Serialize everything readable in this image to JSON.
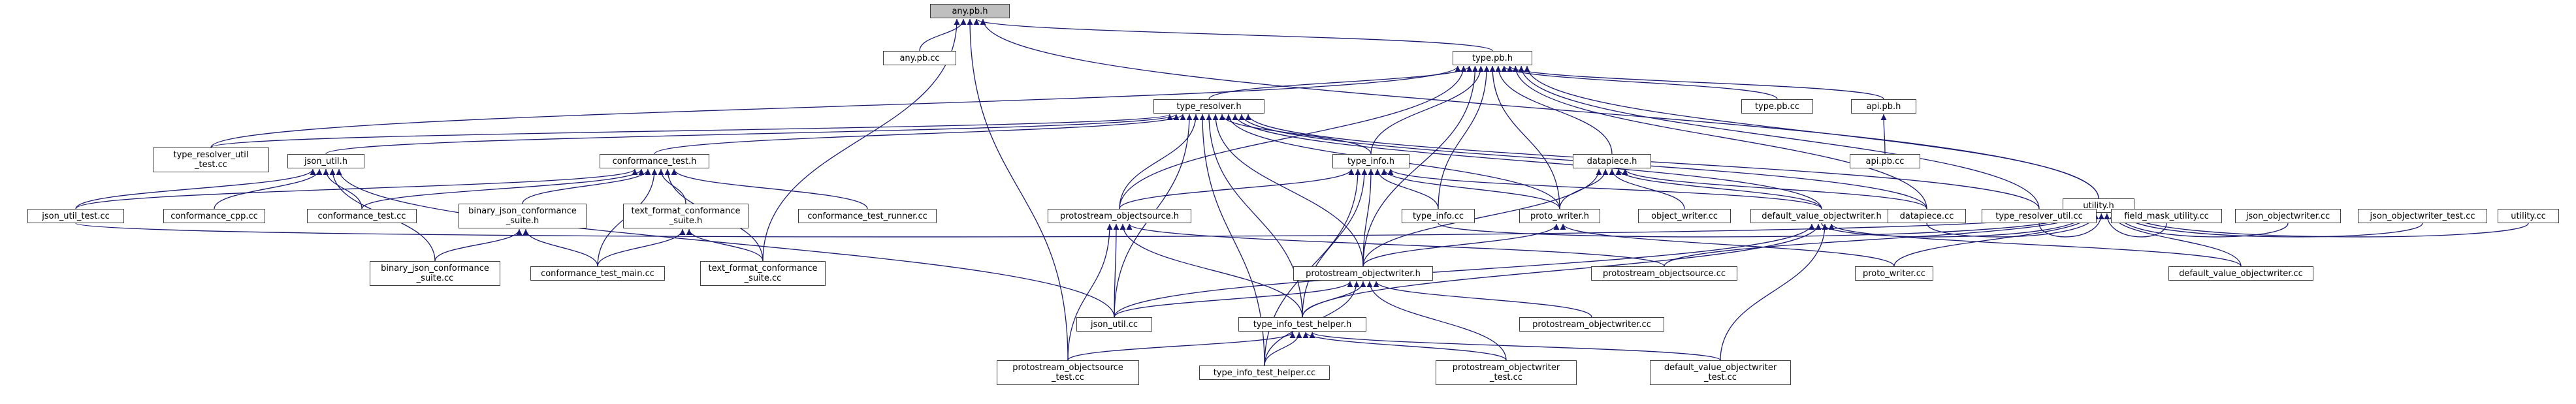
{
  "nodes": [
    {
      "id": "any_pb_h",
      "lines": [
        "any.pb.h"
      ],
      "root": true
    },
    {
      "id": "any_pb_cc",
      "lines": [
        "any.pb.cc"
      ]
    },
    {
      "id": "type_pb_h",
      "lines": [
        "type.pb.h"
      ]
    },
    {
      "id": "type_resolver_util_test",
      "lines": [
        "type_resolver_util",
        "_test.cc"
      ]
    },
    {
      "id": "type_resolver_h",
      "lines": [
        "type_resolver.h"
      ]
    },
    {
      "id": "type_pb_cc",
      "lines": [
        "type.pb.cc"
      ]
    },
    {
      "id": "api_pb_h",
      "lines": [
        "api.pb.h"
      ]
    },
    {
      "id": "api_pb_cc",
      "lines": [
        "api.pb.cc"
      ]
    },
    {
      "id": "utility_h",
      "lines": [
        "utility.h"
      ]
    },
    {
      "id": "json_util_h",
      "lines": [
        "json_util.h"
      ]
    },
    {
      "id": "conformance_test_h",
      "lines": [
        "conformance_test.h"
      ]
    },
    {
      "id": "type_info_h",
      "lines": [
        "type_info.h"
      ]
    },
    {
      "id": "datapiece_h",
      "lines": [
        "datapiece.h"
      ]
    },
    {
      "id": "json_util_test",
      "lines": [
        "json_util_test.cc"
      ]
    },
    {
      "id": "conformance_cpp",
      "lines": [
        "conformance_cpp.cc"
      ]
    },
    {
      "id": "conformance_test_cc",
      "lines": [
        "conformance_test.cc"
      ]
    },
    {
      "id": "binary_json_suite_h",
      "lines": [
        "binary_json_conformance",
        "_suite.h"
      ]
    },
    {
      "id": "text_format_suite_h",
      "lines": [
        "text_format_conformance",
        "_suite.h"
      ]
    },
    {
      "id": "conformance_test_runner",
      "lines": [
        "conformance_test_runner.cc"
      ]
    },
    {
      "id": "protostream_objectsource_h",
      "lines": [
        "protostream_objectsource.h"
      ]
    },
    {
      "id": "type_info_cc",
      "lines": [
        "type_info.cc"
      ]
    },
    {
      "id": "proto_writer_h",
      "lines": [
        "proto_writer.h"
      ]
    },
    {
      "id": "object_writer_cc",
      "lines": [
        "object_writer.cc"
      ]
    },
    {
      "id": "default_value_objectwriter_h",
      "lines": [
        "default_value_objectwriter.h"
      ]
    },
    {
      "id": "datapiece_cc",
      "lines": [
        "datapiece.cc"
      ]
    },
    {
      "id": "type_resolver_util_cc",
      "lines": [
        "type_resolver_util.cc"
      ]
    },
    {
      "id": "field_mask_utility",
      "lines": [
        "field_mask_utility.cc"
      ]
    },
    {
      "id": "json_objectwriter_cc",
      "lines": [
        "json_objectwriter.cc"
      ]
    },
    {
      "id": "json_objectwriter_test",
      "lines": [
        "json_objectwriter_test.cc"
      ]
    },
    {
      "id": "utility_cc",
      "lines": [
        "utility.cc"
      ]
    },
    {
      "id": "binary_json_suite_cc",
      "lines": [
        "binary_json_conformance",
        "_suite.cc"
      ]
    },
    {
      "id": "conformance_test_main",
      "lines": [
        "conformance_test_main.cc"
      ]
    },
    {
      "id": "text_format_suite_cc",
      "lines": [
        "text_format_conformance",
        "_suite.cc"
      ]
    },
    {
      "id": "protostream_objectwriter_h",
      "lines": [
        "protostream_objectwriter.h"
      ]
    },
    {
      "id": "protostream_objectsource_cc",
      "lines": [
        "protostream_objectsource.cc"
      ]
    },
    {
      "id": "proto_writer_cc",
      "lines": [
        "proto_writer.cc"
      ]
    },
    {
      "id": "default_value_objectwriter_cc",
      "lines": [
        "default_value_objectwriter.cc"
      ]
    },
    {
      "id": "json_util_cc",
      "lines": [
        "json_util.cc"
      ]
    },
    {
      "id": "type_info_test_helper_h",
      "lines": [
        "type_info_test_helper.h"
      ]
    },
    {
      "id": "protostream_objectwriter_cc",
      "lines": [
        "protostream_objectwriter.cc"
      ]
    },
    {
      "id": "protostream_objectsource_test",
      "lines": [
        "protostream_objectsource",
        "_test.cc"
      ]
    },
    {
      "id": "type_info_test_helper_cc",
      "lines": [
        "type_info_test_helper.cc"
      ]
    },
    {
      "id": "protostream_objectwriter_test",
      "lines": [
        "protostream_objectwriter",
        "_test.cc"
      ]
    },
    {
      "id": "default_value_objectwriter_test",
      "lines": [
        "default_value_objectwriter",
        "_test.cc"
      ]
    }
  ],
  "edges": [
    [
      "any_pb_cc",
      "any_pb_h"
    ],
    [
      "type_pb_h",
      "any_pb_h"
    ],
    [
      "utility_h",
      "any_pb_h"
    ],
    [
      "text_format_suite_cc",
      "any_pb_h"
    ],
    [
      "protostream_objectsource_test",
      "any_pb_h"
    ],
    [
      "type_resolver_util_test",
      "type_pb_h"
    ],
    [
      "type_resolver_h",
      "type_pb_h"
    ],
    [
      "type_pb_cc",
      "type_pb_h"
    ],
    [
      "api_pb_h",
      "type_pb_h"
    ],
    [
      "utility_h",
      "type_pb_h"
    ],
    [
      "type_info_h",
      "type_pb_h"
    ],
    [
      "datapiece_h",
      "type_pb_h"
    ],
    [
      "protostream_objectsource_h",
      "type_pb_h"
    ],
    [
      "type_info_cc",
      "type_pb_h"
    ],
    [
      "proto_writer_h",
      "type_pb_h"
    ],
    [
      "datapiece_cc",
      "type_pb_h"
    ],
    [
      "type_resolver_util_cc",
      "type_pb_h"
    ],
    [
      "protostream_objectwriter_h",
      "type_pb_h"
    ],
    [
      "api_pb_cc",
      "api_pb_h"
    ],
    [
      "type_resolver_util_test",
      "type_resolver_h"
    ],
    [
      "json_util_h",
      "type_resolver_h"
    ],
    [
      "conformance_test_h",
      "type_resolver_h"
    ],
    [
      "type_info_h",
      "type_resolver_h"
    ],
    [
      "protostream_objectsource_h",
      "type_resolver_h"
    ],
    [
      "proto_writer_h",
      "type_resolver_h"
    ],
    [
      "default_value_objectwriter_h",
      "type_resolver_h"
    ],
    [
      "datapiece_cc",
      "type_resolver_h"
    ],
    [
      "type_resolver_util_cc",
      "type_resolver_h"
    ],
    [
      "protostream_objectwriter_h",
      "type_resolver_h"
    ],
    [
      "type_info_test_helper_h",
      "type_resolver_h"
    ],
    [
      "json_util_cc",
      "type_resolver_h"
    ],
    [
      "type_info_test_helper_cc",
      "type_resolver_h"
    ],
    [
      "json_util_test",
      "json_util_h"
    ],
    [
      "conformance_cpp",
      "json_util_h"
    ],
    [
      "conformance_test_cc",
      "json_util_h"
    ],
    [
      "binary_json_suite_cc",
      "json_util_h"
    ],
    [
      "json_util_cc",
      "json_util_h"
    ],
    [
      "conformance_test_cc",
      "conformance_test_h"
    ],
    [
      "binary_json_suite_h",
      "conformance_test_h"
    ],
    [
      "text_format_suite_h",
      "conformance_test_h"
    ],
    [
      "conformance_test_runner",
      "conformance_test_h"
    ],
    [
      "conformance_test_main",
      "conformance_test_h"
    ],
    [
      "text_format_suite_cc",
      "conformance_test_h"
    ],
    [
      "json_util_test",
      "conformance_test_h"
    ],
    [
      "binary_json_suite_cc",
      "binary_json_suite_h"
    ],
    [
      "conformance_test_main",
      "binary_json_suite_h"
    ],
    [
      "conformance_test_main",
      "text_format_suite_h"
    ],
    [
      "text_format_suite_cc",
      "text_format_suite_h"
    ],
    [
      "protostream_objectsource_h",
      "type_info_h"
    ],
    [
      "type_info_cc",
      "type_info_h"
    ],
    [
      "proto_writer_h",
      "type_info_h"
    ],
    [
      "default_value_objectwriter_h",
      "type_info_h"
    ],
    [
      "protostream_objectwriter_h",
      "type_info_h"
    ],
    [
      "type_info_test_helper_h",
      "type_info_h"
    ],
    [
      "type_info_test_helper_cc",
      "type_info_h"
    ],
    [
      "proto_writer_h",
      "datapiece_h"
    ],
    [
      "object_writer_cc",
      "datapiece_h"
    ],
    [
      "default_value_objectwriter_h",
      "datapiece_h"
    ],
    [
      "datapiece_cc",
      "datapiece_h"
    ],
    [
      "protostream_objectwriter_h",
      "datapiece_h"
    ],
    [
      "json_util_test",
      "utility_h"
    ],
    [
      "default_value_objectwriter_h",
      "utility_h"
    ],
    [
      "datapiece_cc",
      "utility_h"
    ],
    [
      "type_resolver_util_cc",
      "utility_h"
    ],
    [
      "field_mask_utility",
      "utility_h"
    ],
    [
      "json_objectwriter_cc",
      "utility_h"
    ],
    [
      "json_objectwriter_test",
      "utility_h"
    ],
    [
      "utility_cc",
      "utility_h"
    ],
    [
      "proto_writer_cc",
      "utility_h"
    ],
    [
      "default_value_objectwriter_cc",
      "utility_h"
    ],
    [
      "protostream_objectsource_cc",
      "utility_h"
    ],
    [
      "type_info_cc",
      "utility_h"
    ],
    [
      "protostream_objectsource_cc",
      "protostream_objectsource_h"
    ],
    [
      "type_info_test_helper_h",
      "protostream_objectsource_h"
    ],
    [
      "protostream_objectsource_test",
      "protostream_objectsource_h"
    ],
    [
      "json_util_cc",
      "protostream_objectsource_h"
    ],
    [
      "protostream_objectwriter_h",
      "proto_writer_h"
    ],
    [
      "proto_writer_cc",
      "proto_writer_h"
    ],
    [
      "default_value_objectwriter_cc",
      "default_value_objectwriter_h"
    ],
    [
      "type_info_test_helper_h",
      "default_value_objectwriter_h"
    ],
    [
      "default_value_objectwriter_test",
      "default_value_objectwriter_h"
    ],
    [
      "json_util_cc",
      "default_value_objectwriter_h"
    ],
    [
      "json_util_cc",
      "protostream_objectwriter_h"
    ],
    [
      "type_info_test_helper_h",
      "protostream_objectwriter_h"
    ],
    [
      "protostream_objectwriter_cc",
      "protostream_objectwriter_h"
    ],
    [
      "protostream_objectwriter_test",
      "protostream_objectwriter_h"
    ],
    [
      "type_info_test_helper_cc",
      "protostream_objectwriter_h"
    ],
    [
      "type_info_test_helper_cc",
      "type_info_test_helper_h"
    ],
    [
      "protostream_objectsource_test",
      "type_info_test_helper_h"
    ],
    [
      "protostream_objectwriter_test",
      "type_info_test_helper_h"
    ],
    [
      "default_value_objectwriter_test",
      "type_info_test_helper_h"
    ]
  ],
  "colors": {
    "edge": "#191970",
    "border": "#404040",
    "root_fill": "#bfbfbf",
    "node_fill": "#ffffff"
  }
}
